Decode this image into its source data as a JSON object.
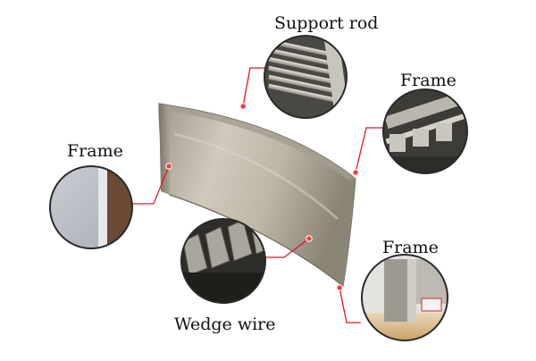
{
  "labels": {
    "support_rod": "Support rod",
    "frame_top_right": "Frame",
    "frame_left": "Frame",
    "frame_bottom_right": "Frame",
    "wedge_wire": "Wedge wire"
  },
  "colors": {
    "background": "#ffffff",
    "panel_metal_light": "#c9c4b6",
    "panel_metal_dark": "#8d8676",
    "callout_line": "#d81b2a",
    "callout_dot": "#ff3a3a",
    "circle_border": "#2a2a2a"
  }
}
